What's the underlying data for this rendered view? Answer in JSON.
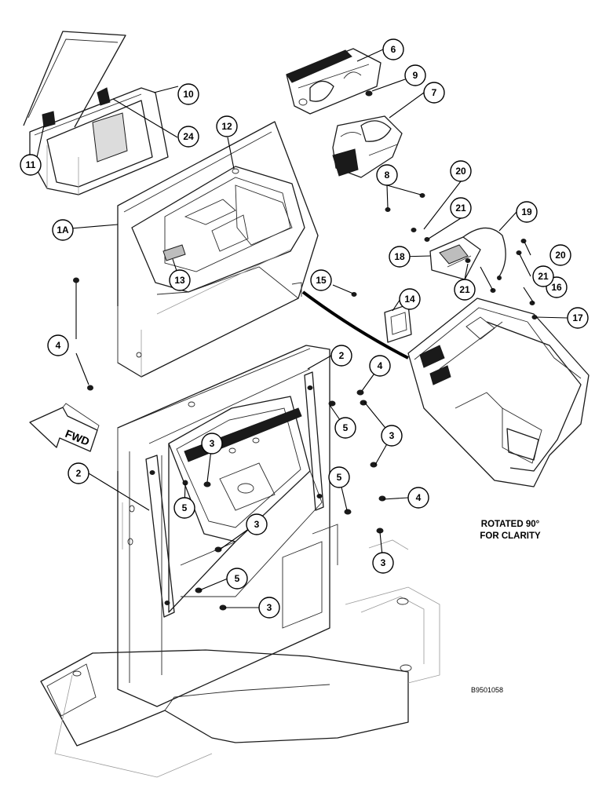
{
  "note": {
    "line1": "ROTATED 90°",
    "line2": "FOR CLARITY"
  },
  "fwd_label": "FWD",
  "drawing_ref": "B9501058",
  "callouts": [
    {
      "id": "c1",
      "label": "1A"
    },
    {
      "id": "c2a",
      "label": "2"
    },
    {
      "id": "c2b",
      "label": "2"
    },
    {
      "id": "c3a",
      "label": "3"
    },
    {
      "id": "c3b",
      "label": "3"
    },
    {
      "id": "c3c",
      "label": "3"
    },
    {
      "id": "c3d",
      "label": "3"
    },
    {
      "id": "c3e",
      "label": "3"
    },
    {
      "id": "c4a",
      "label": "4"
    },
    {
      "id": "c4b",
      "label": "4"
    },
    {
      "id": "c4c",
      "label": "4"
    },
    {
      "id": "c5a",
      "label": "5"
    },
    {
      "id": "c5b",
      "label": "5"
    },
    {
      "id": "c5c",
      "label": "5"
    },
    {
      "id": "c5d",
      "label": "5"
    },
    {
      "id": "c6",
      "label": "6"
    },
    {
      "id": "c7",
      "label": "7"
    },
    {
      "id": "c8",
      "label": "8"
    },
    {
      "id": "c9",
      "label": "9"
    },
    {
      "id": "c10",
      "label": "10"
    },
    {
      "id": "c11",
      "label": "11"
    },
    {
      "id": "c12",
      "label": "12"
    },
    {
      "id": "c13",
      "label": "13"
    },
    {
      "id": "c14",
      "label": "14"
    },
    {
      "id": "c15",
      "label": "15"
    },
    {
      "id": "c16",
      "label": "16"
    },
    {
      "id": "c17",
      "label": "17"
    },
    {
      "id": "c18",
      "label": "18"
    },
    {
      "id": "c19",
      "label": "19"
    },
    {
      "id": "c20a",
      "label": "20"
    },
    {
      "id": "c20b",
      "label": "20"
    },
    {
      "id": "c21a",
      "label": "21"
    },
    {
      "id": "c21b",
      "label": "21"
    },
    {
      "id": "c21c",
      "label": "21"
    },
    {
      "id": "c24",
      "label": "24"
    }
  ]
}
